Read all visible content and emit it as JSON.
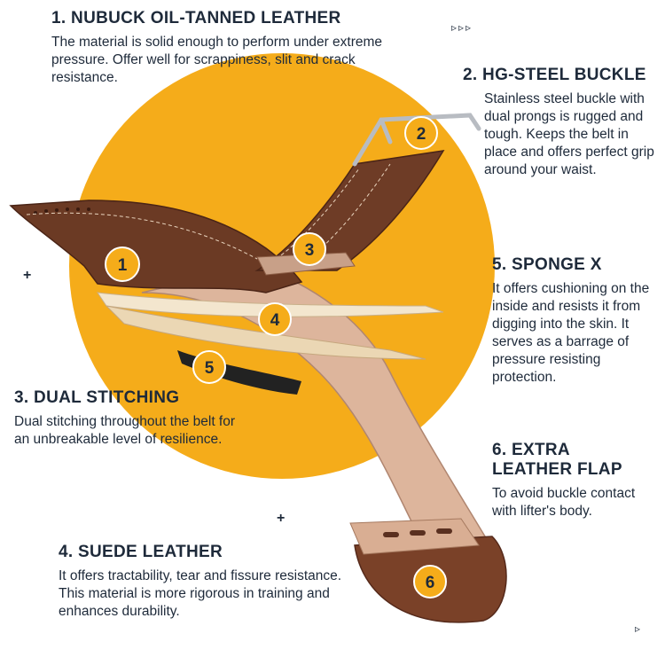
{
  "features": [
    {
      "number": "1.",
      "title": "NUBUCK OIL-TANNED LEATHER",
      "description": "The material is solid enough to perform under extreme pressure. Offer well for scrappiness, slit and crack resistance."
    },
    {
      "number": "2.",
      "title": "HG-STEEL BUCKLE",
      "description": "Stainless steel buckle with dual prongs is rugged and tough. Keeps the belt in place and offers perfect grip around your waist."
    },
    {
      "number": "3.",
      "title": "DUAL STITCHING",
      "description": "Dual stitching throughout the belt for an unbreakable level of resilience."
    },
    {
      "number": "4.",
      "title": "SUEDE LEATHER",
      "description": "It offers tractability, tear and fissure resistance. This material is more rigorous in training and enhances durability."
    },
    {
      "number": "5.",
      "title": "SPONGE X",
      "description": "It offers cushioning on the inside and resists it from digging into the skin. It serves as a barrage of pressure resisting protection."
    },
    {
      "number": "6.",
      "title": "EXTRA LEATHER FLAP",
      "description": "To avoid buckle contact with lifter's body."
    }
  ],
  "badges": [
    "1",
    "2",
    "3",
    "4",
    "5",
    "6"
  ],
  "decorations": {
    "arrows": "▹▹▹",
    "plus": "+",
    "triangle": "▹"
  },
  "colors": {
    "accent_circle": "#F5AC1A",
    "text": "#1E2A3A",
    "leather_dark": "#6B3A24",
    "leather_light": "#E2C4B0",
    "sponge": "#F3E6CE",
    "badge_fill": "#F5AC1A"
  }
}
